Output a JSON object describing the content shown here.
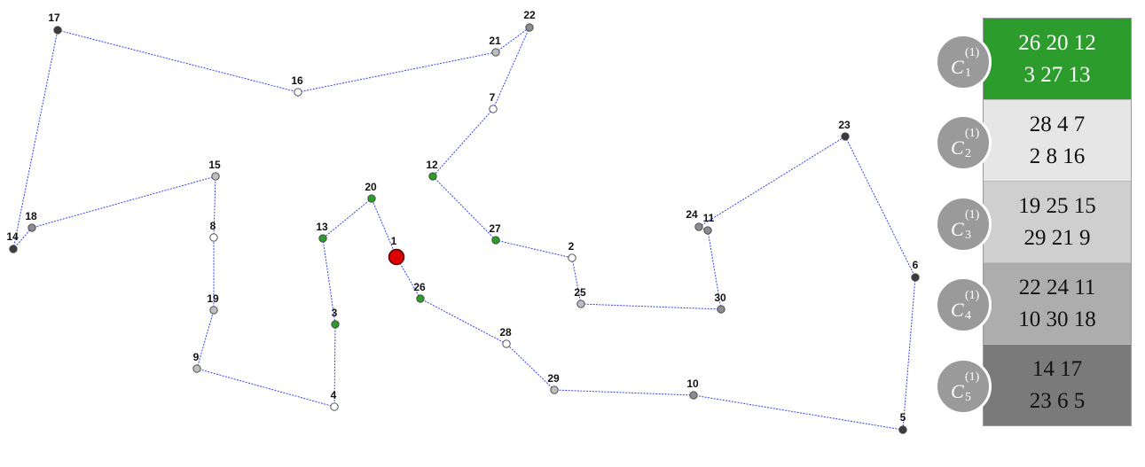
{
  "colors": {
    "route": "#3344ee",
    "depot": "#dd0000",
    "cluster_1": "#2c9c2c",
    "cluster_2": "#ffffff",
    "cluster_3": "#bdbdbd",
    "cluster_4": "#8c8c8c",
    "cluster_5": "#3c3c3c"
  },
  "nodes": [
    {
      "id": "1",
      "cluster": 0
    },
    {
      "id": "2",
      "cluster": 2
    },
    {
      "id": "3",
      "cluster": 1
    },
    {
      "id": "4",
      "cluster": 2
    },
    {
      "id": "5",
      "cluster": 5
    },
    {
      "id": "6",
      "cluster": 5
    },
    {
      "id": "7",
      "cluster": 2
    },
    {
      "id": "8",
      "cluster": 2
    },
    {
      "id": "9",
      "cluster": 3
    },
    {
      "id": "10",
      "cluster": 4
    },
    {
      "id": "11",
      "cluster": 4
    },
    {
      "id": "12",
      "cluster": 1
    },
    {
      "id": "13",
      "cluster": 1
    },
    {
      "id": "14",
      "cluster": 5
    },
    {
      "id": "15",
      "cluster": 3
    },
    {
      "id": "16",
      "cluster": 2
    },
    {
      "id": "17",
      "cluster": 5
    },
    {
      "id": "18",
      "cluster": 4
    },
    {
      "id": "19",
      "cluster": 3
    },
    {
      "id": "20",
      "cluster": 1
    },
    {
      "id": "21",
      "cluster": 3
    },
    {
      "id": "22",
      "cluster": 4
    },
    {
      "id": "23",
      "cluster": 5
    },
    {
      "id": "24",
      "cluster": 4
    },
    {
      "id": "25",
      "cluster": 3
    },
    {
      "id": "26",
      "cluster": 1
    },
    {
      "id": "27",
      "cluster": 1
    },
    {
      "id": "28",
      "cluster": 2
    },
    {
      "id": "29",
      "cluster": 3
    },
    {
      "id": "30",
      "cluster": 4
    }
  ],
  "route": [
    "1",
    "20",
    "13",
    "3",
    "4",
    "9",
    "19",
    "8",
    "15",
    "18",
    "14",
    "17",
    "16",
    "21",
    "22",
    "7",
    "12",
    "27",
    "2",
    "25",
    "30",
    "11",
    "24",
    "23",
    "6",
    "5",
    "10",
    "29",
    "28",
    "26",
    "1"
  ],
  "clusters": [
    {
      "symbol": "C",
      "superscript": "(1)",
      "subscript": "1",
      "line1": "26  20  12",
      "line2": "3  27  13"
    },
    {
      "symbol": "C",
      "superscript": "(1)",
      "subscript": "2",
      "line1": "28  4  7",
      "line2": "2  8  16"
    },
    {
      "symbol": "C",
      "superscript": "(1)",
      "subscript": "3",
      "line1": "19  25  15",
      "line2": "29  21  9"
    },
    {
      "symbol": "C",
      "superscript": "(1)",
      "subscript": "4",
      "line1": "22  24  11",
      "line2": "10  30  18"
    },
    {
      "symbol": "C",
      "superscript": "(1)",
      "subscript": "5",
      "line1": "14   17",
      "line2": "23  6  5"
    }
  ]
}
